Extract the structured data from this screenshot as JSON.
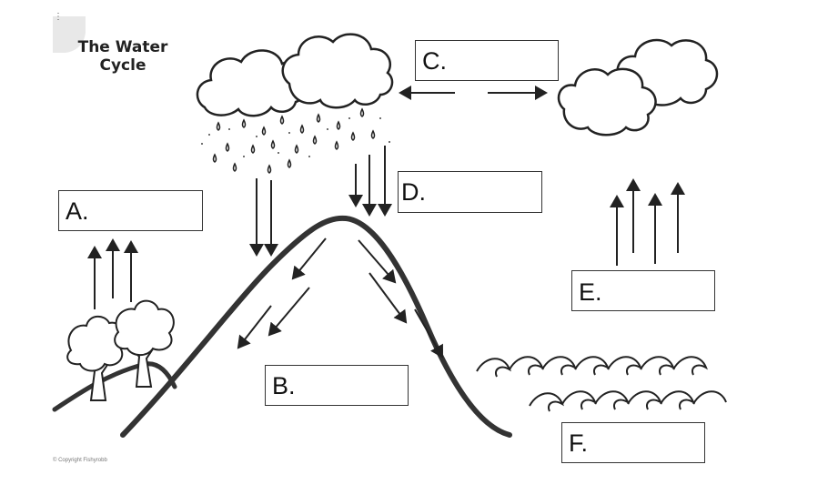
{
  "title_line1": "The Water",
  "title_line2": "Cycle",
  "labels": {
    "a": "A.",
    "b": "B.",
    "c": "C.",
    "d": "D.",
    "e": "E.",
    "f": "F."
  },
  "copyright": "© Copyright Fishyrobb",
  "colors": {
    "ink": "#333333",
    "background": "#ffffff"
  }
}
